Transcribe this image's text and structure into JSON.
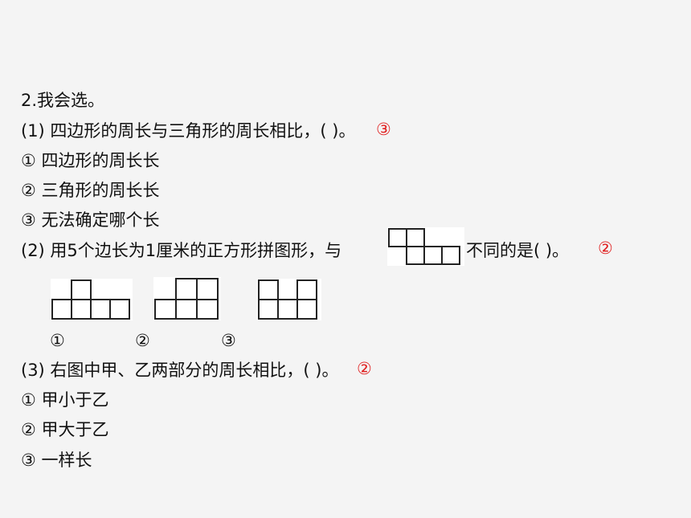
{
  "heading": "2.我会选。",
  "q1": {
    "stem": "(1) 四边形的周长与三角形的周长相比，(    )。",
    "answer": "③",
    "options": [
      "① 四边形的周长长",
      "② 三角形的周长长",
      "③ 无法确定哪个长"
    ]
  },
  "q2": {
    "stem_before": "(2) 用5个边长为1厘米的正方形拼图形，与",
    "stem_after": "不同的是(    )。",
    "answer": "②",
    "option_labels": [
      "①",
      "②",
      "③"
    ]
  },
  "q3": {
    "stem": "(3) 右图中甲、乙两部分的周长相比，(    )。",
    "answer": "②",
    "options": [
      "① 甲小于乙",
      "② 甲大于乙",
      "③ 一样长"
    ]
  },
  "colors": {
    "answer": "#e02020",
    "text": "#111111",
    "background": "#f4f4f4"
  }
}
